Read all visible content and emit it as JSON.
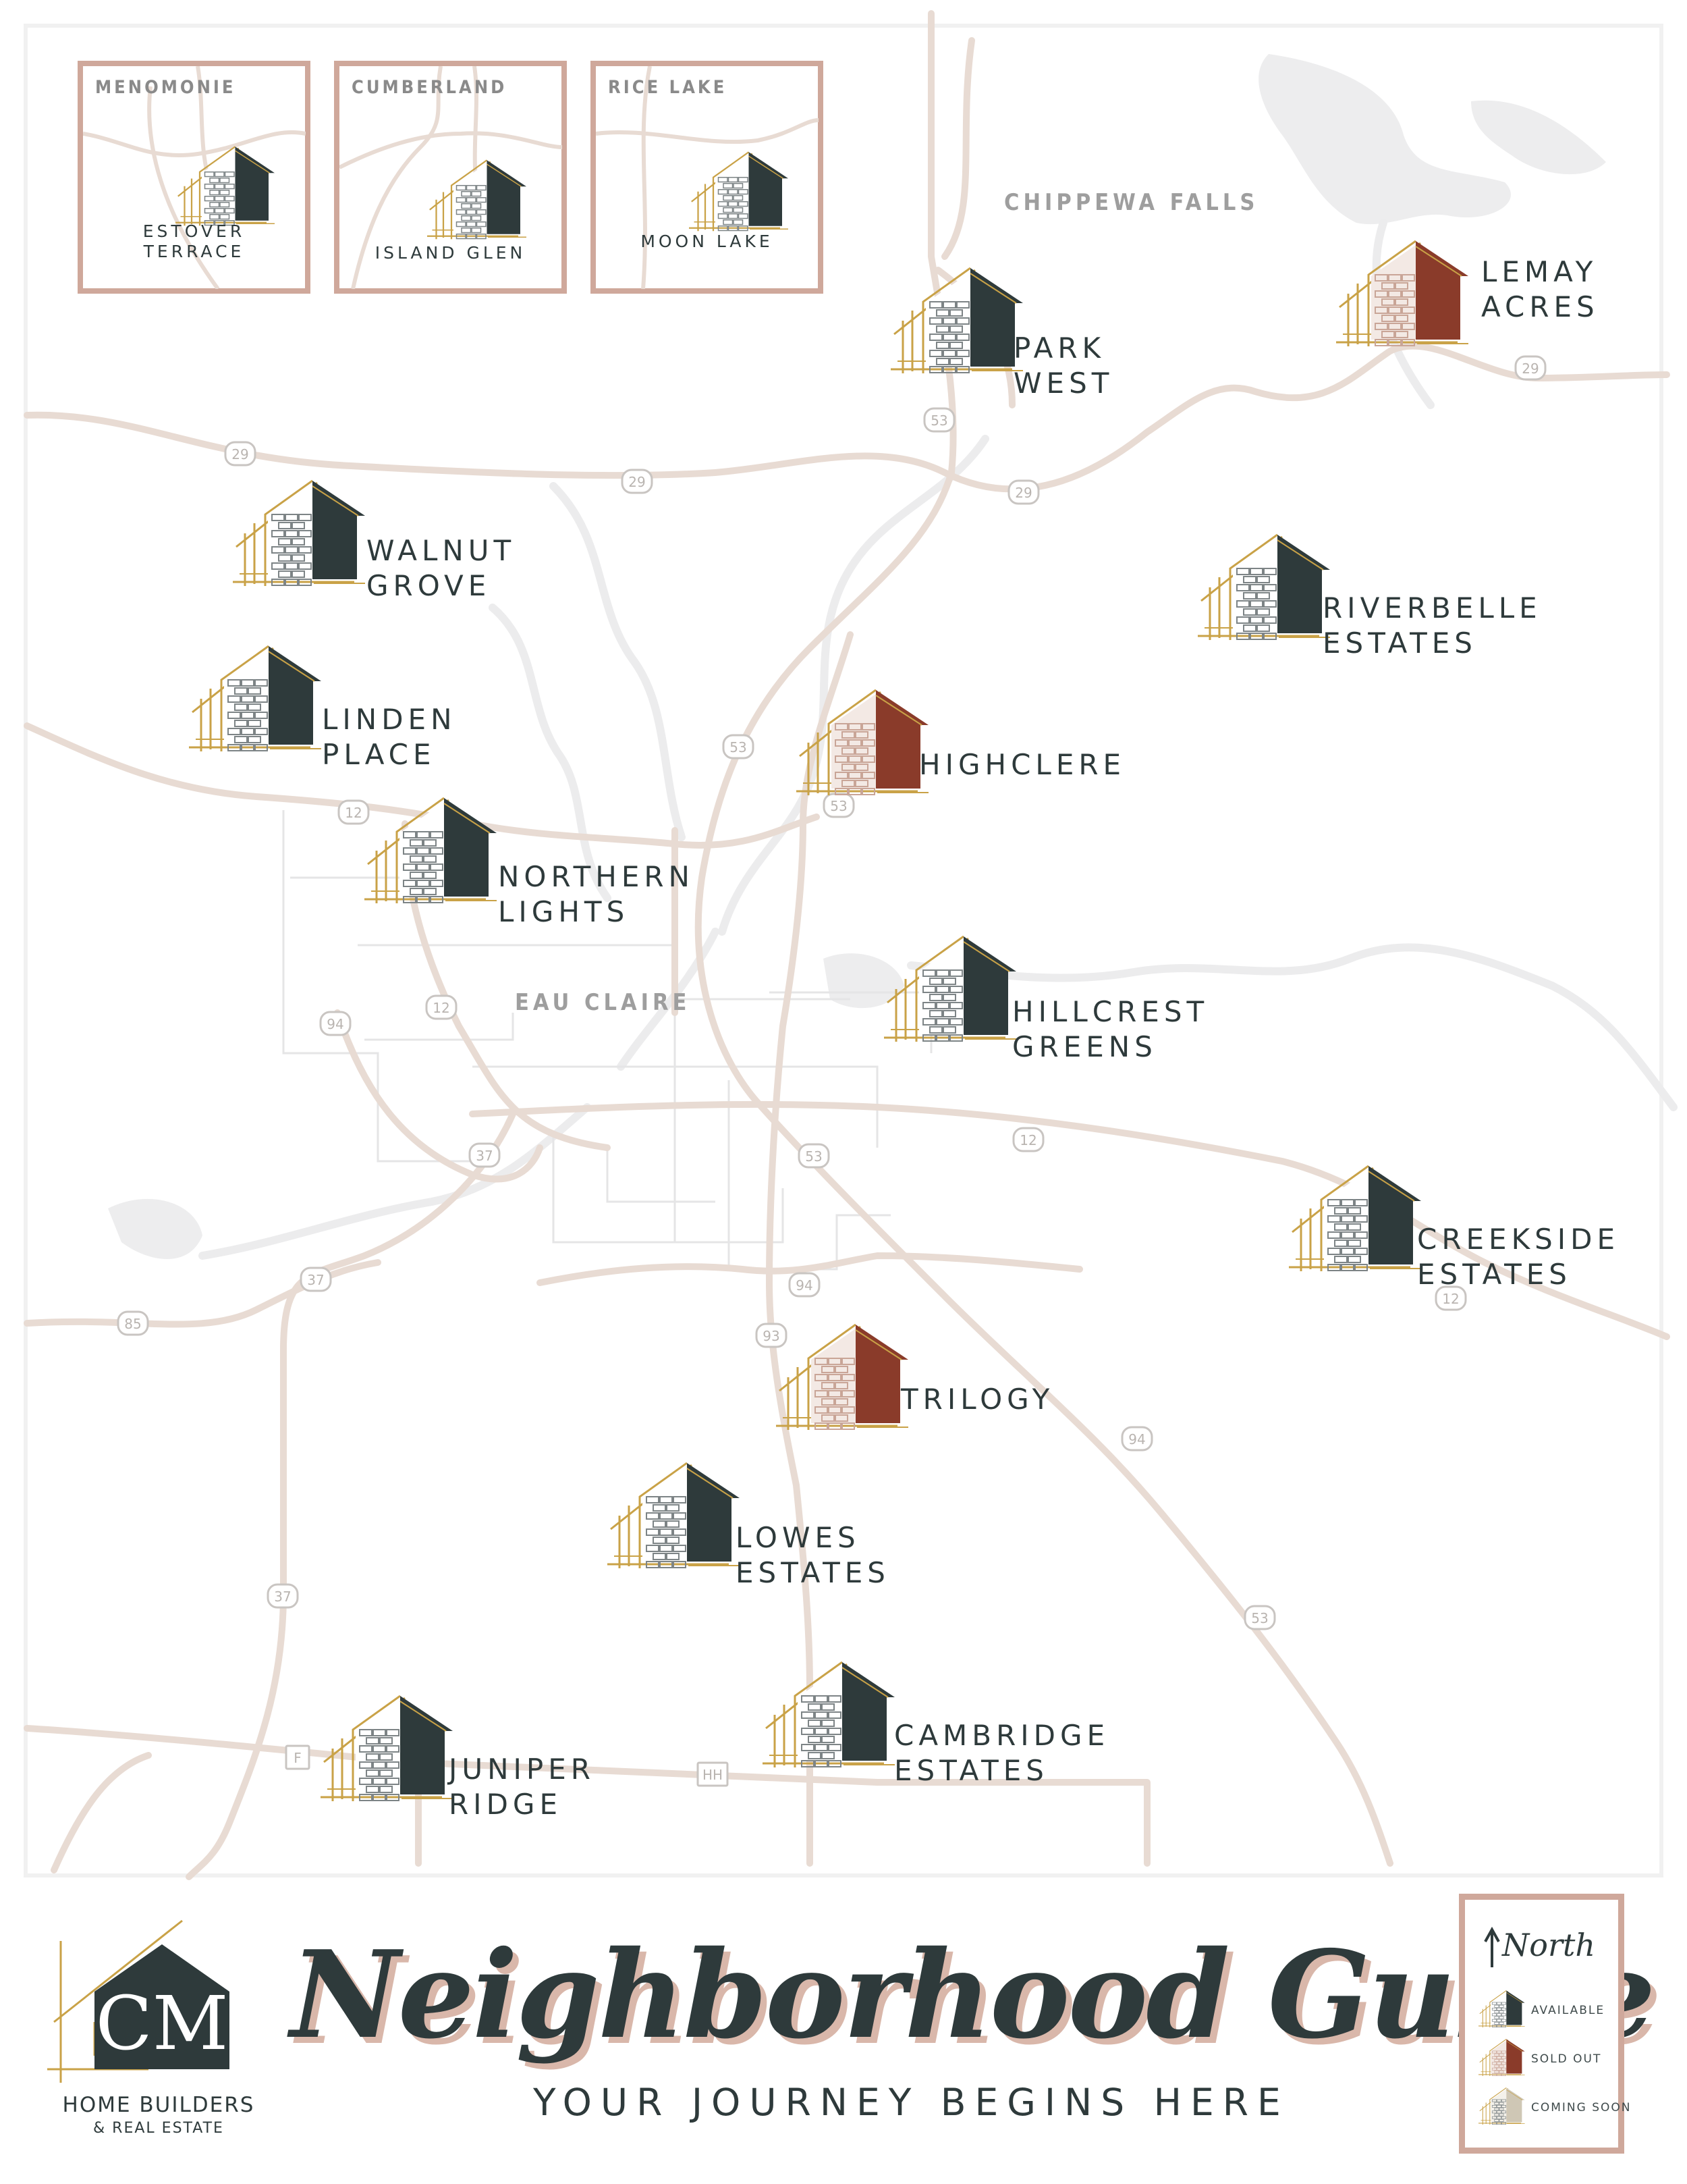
{
  "colors": {
    "available": "#2e3a3b",
    "sold_out": "#8a3b2a",
    "coming_soon": "#cfc7b5",
    "gold": "#c9a247",
    "road": "#e6d8d0",
    "river": "#ebeced",
    "frame": "#cfa89b"
  },
  "map": {
    "towns": [
      {
        "id": "chippewa-falls",
        "label": "CHIPPEWA FALLS"
      },
      {
        "id": "eau-claire",
        "label": "EAU CLAIRE"
      }
    ],
    "highway_shields": [
      {
        "label": "29"
      },
      {
        "label": "29"
      },
      {
        "label": "29"
      },
      {
        "label": "29"
      },
      {
        "label": "53"
      },
      {
        "label": "53"
      },
      {
        "label": "53"
      },
      {
        "label": "53"
      },
      {
        "label": "53"
      },
      {
        "label": "12"
      },
      {
        "label": "12"
      },
      {
        "label": "12"
      },
      {
        "label": "12"
      },
      {
        "label": "94"
      },
      {
        "label": "94"
      },
      {
        "label": "94"
      },
      {
        "label": "37"
      },
      {
        "label": "37"
      },
      {
        "label": "37"
      },
      {
        "label": "85"
      },
      {
        "label": "93"
      },
      {
        "label": "F"
      },
      {
        "label": "HH"
      }
    ]
  },
  "insets": [
    {
      "id": "menomonie",
      "title": "MENOMONIE",
      "community": [
        "ESTOVER",
        "TERRACE"
      ],
      "status": "available"
    },
    {
      "id": "cumberland",
      "title": "CUMBERLAND",
      "community": [
        "ISLAND GLEN"
      ],
      "status": "available"
    },
    {
      "id": "rice-lake",
      "title": "RICE LAKE",
      "community": [
        "MOON LAKE"
      ],
      "status": "available"
    }
  ],
  "communities": [
    {
      "id": "park-west",
      "lines": [
        "PARK",
        "WEST"
      ],
      "status": "available"
    },
    {
      "id": "lemay-acres",
      "lines": [
        "LEMAY",
        "ACRES"
      ],
      "status": "sold_out"
    },
    {
      "id": "walnut-grove",
      "lines": [
        "WALNUT",
        "GROVE"
      ],
      "status": "available"
    },
    {
      "id": "riverbelle-estates",
      "lines": [
        "RIVERBELLE",
        "ESTATES"
      ],
      "status": "available"
    },
    {
      "id": "linden-place",
      "lines": [
        "LINDEN",
        "PLACE"
      ],
      "status": "available"
    },
    {
      "id": "highclere",
      "lines": [
        "HIGHCLERE"
      ],
      "status": "sold_out"
    },
    {
      "id": "northern-lights",
      "lines": [
        "NORTHERN",
        "LIGHTS"
      ],
      "status": "available"
    },
    {
      "id": "hillcrest-greens",
      "lines": [
        "HILLCREST",
        "GREENS"
      ],
      "status": "available"
    },
    {
      "id": "creekside-estates",
      "lines": [
        "CREEKSIDE",
        "ESTATES"
      ],
      "status": "available"
    },
    {
      "id": "trilogy",
      "lines": [
        "TRILOGY"
      ],
      "status": "sold_out"
    },
    {
      "id": "lowes-estates",
      "lines": [
        "LOWES",
        "ESTATES"
      ],
      "status": "available"
    },
    {
      "id": "cambridge-estates",
      "lines": [
        "CAMBRIDGE",
        "ESTATES"
      ],
      "status": "available"
    },
    {
      "id": "juniper-ridge",
      "lines": [
        "JUNIPER",
        "RIDGE"
      ],
      "status": "available"
    }
  ],
  "brand": {
    "monogram": "CM",
    "line1": "HOME BUILDERS",
    "line2": "& REAL ESTATE"
  },
  "title": "Neighborhood Guide",
  "subtitle": "YOUR JOURNEY BEGINS HERE",
  "legend": {
    "north_label": "North",
    "items": [
      {
        "status": "available",
        "label": "AVAILABLE"
      },
      {
        "status": "sold_out",
        "label": "SOLD OUT"
      },
      {
        "status": "coming_soon",
        "label": "COMING SOON"
      }
    ]
  }
}
